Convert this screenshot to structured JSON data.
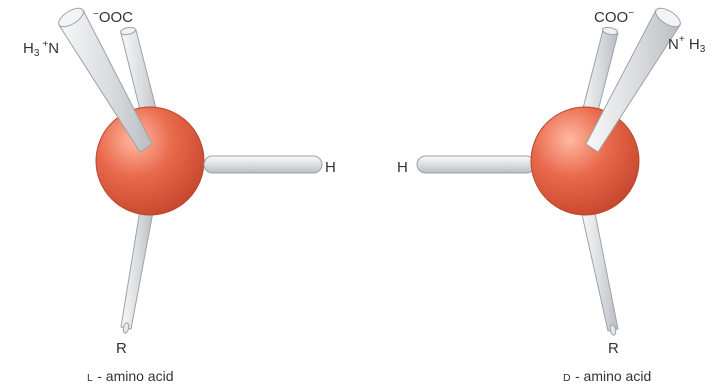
{
  "diagram": {
    "colors": {
      "atom": "#e9694c",
      "atom_highlight": "#ffb9a2",
      "atom_shadow": "#c3442b",
      "bond": "#d9dcdf",
      "bond_highlight": "#f7f8f9",
      "bond_outline": "#9da2a7",
      "text": "#333333"
    },
    "left_molecule": {
      "label_amino": {
        "main": "H",
        "sub": "3",
        "sup": "+",
        "tail": "N"
      },
      "label_carboxyl": {
        "sup": "−",
        "main": "OOC"
      },
      "label_h": "H",
      "label_r": "R",
      "caption": {
        "prefix": "L",
        "text": " - amino acid"
      }
    },
    "right_molecule": {
      "label_carboxyl": {
        "main": "COO",
        "sup": "−"
      },
      "label_amino": {
        "main": "N",
        "sup": "+",
        "tail": " H",
        "sub": "3"
      },
      "label_h": "H",
      "label_r": "R",
      "caption": {
        "prefix": "D",
        "text": " - amino acid"
      }
    }
  }
}
